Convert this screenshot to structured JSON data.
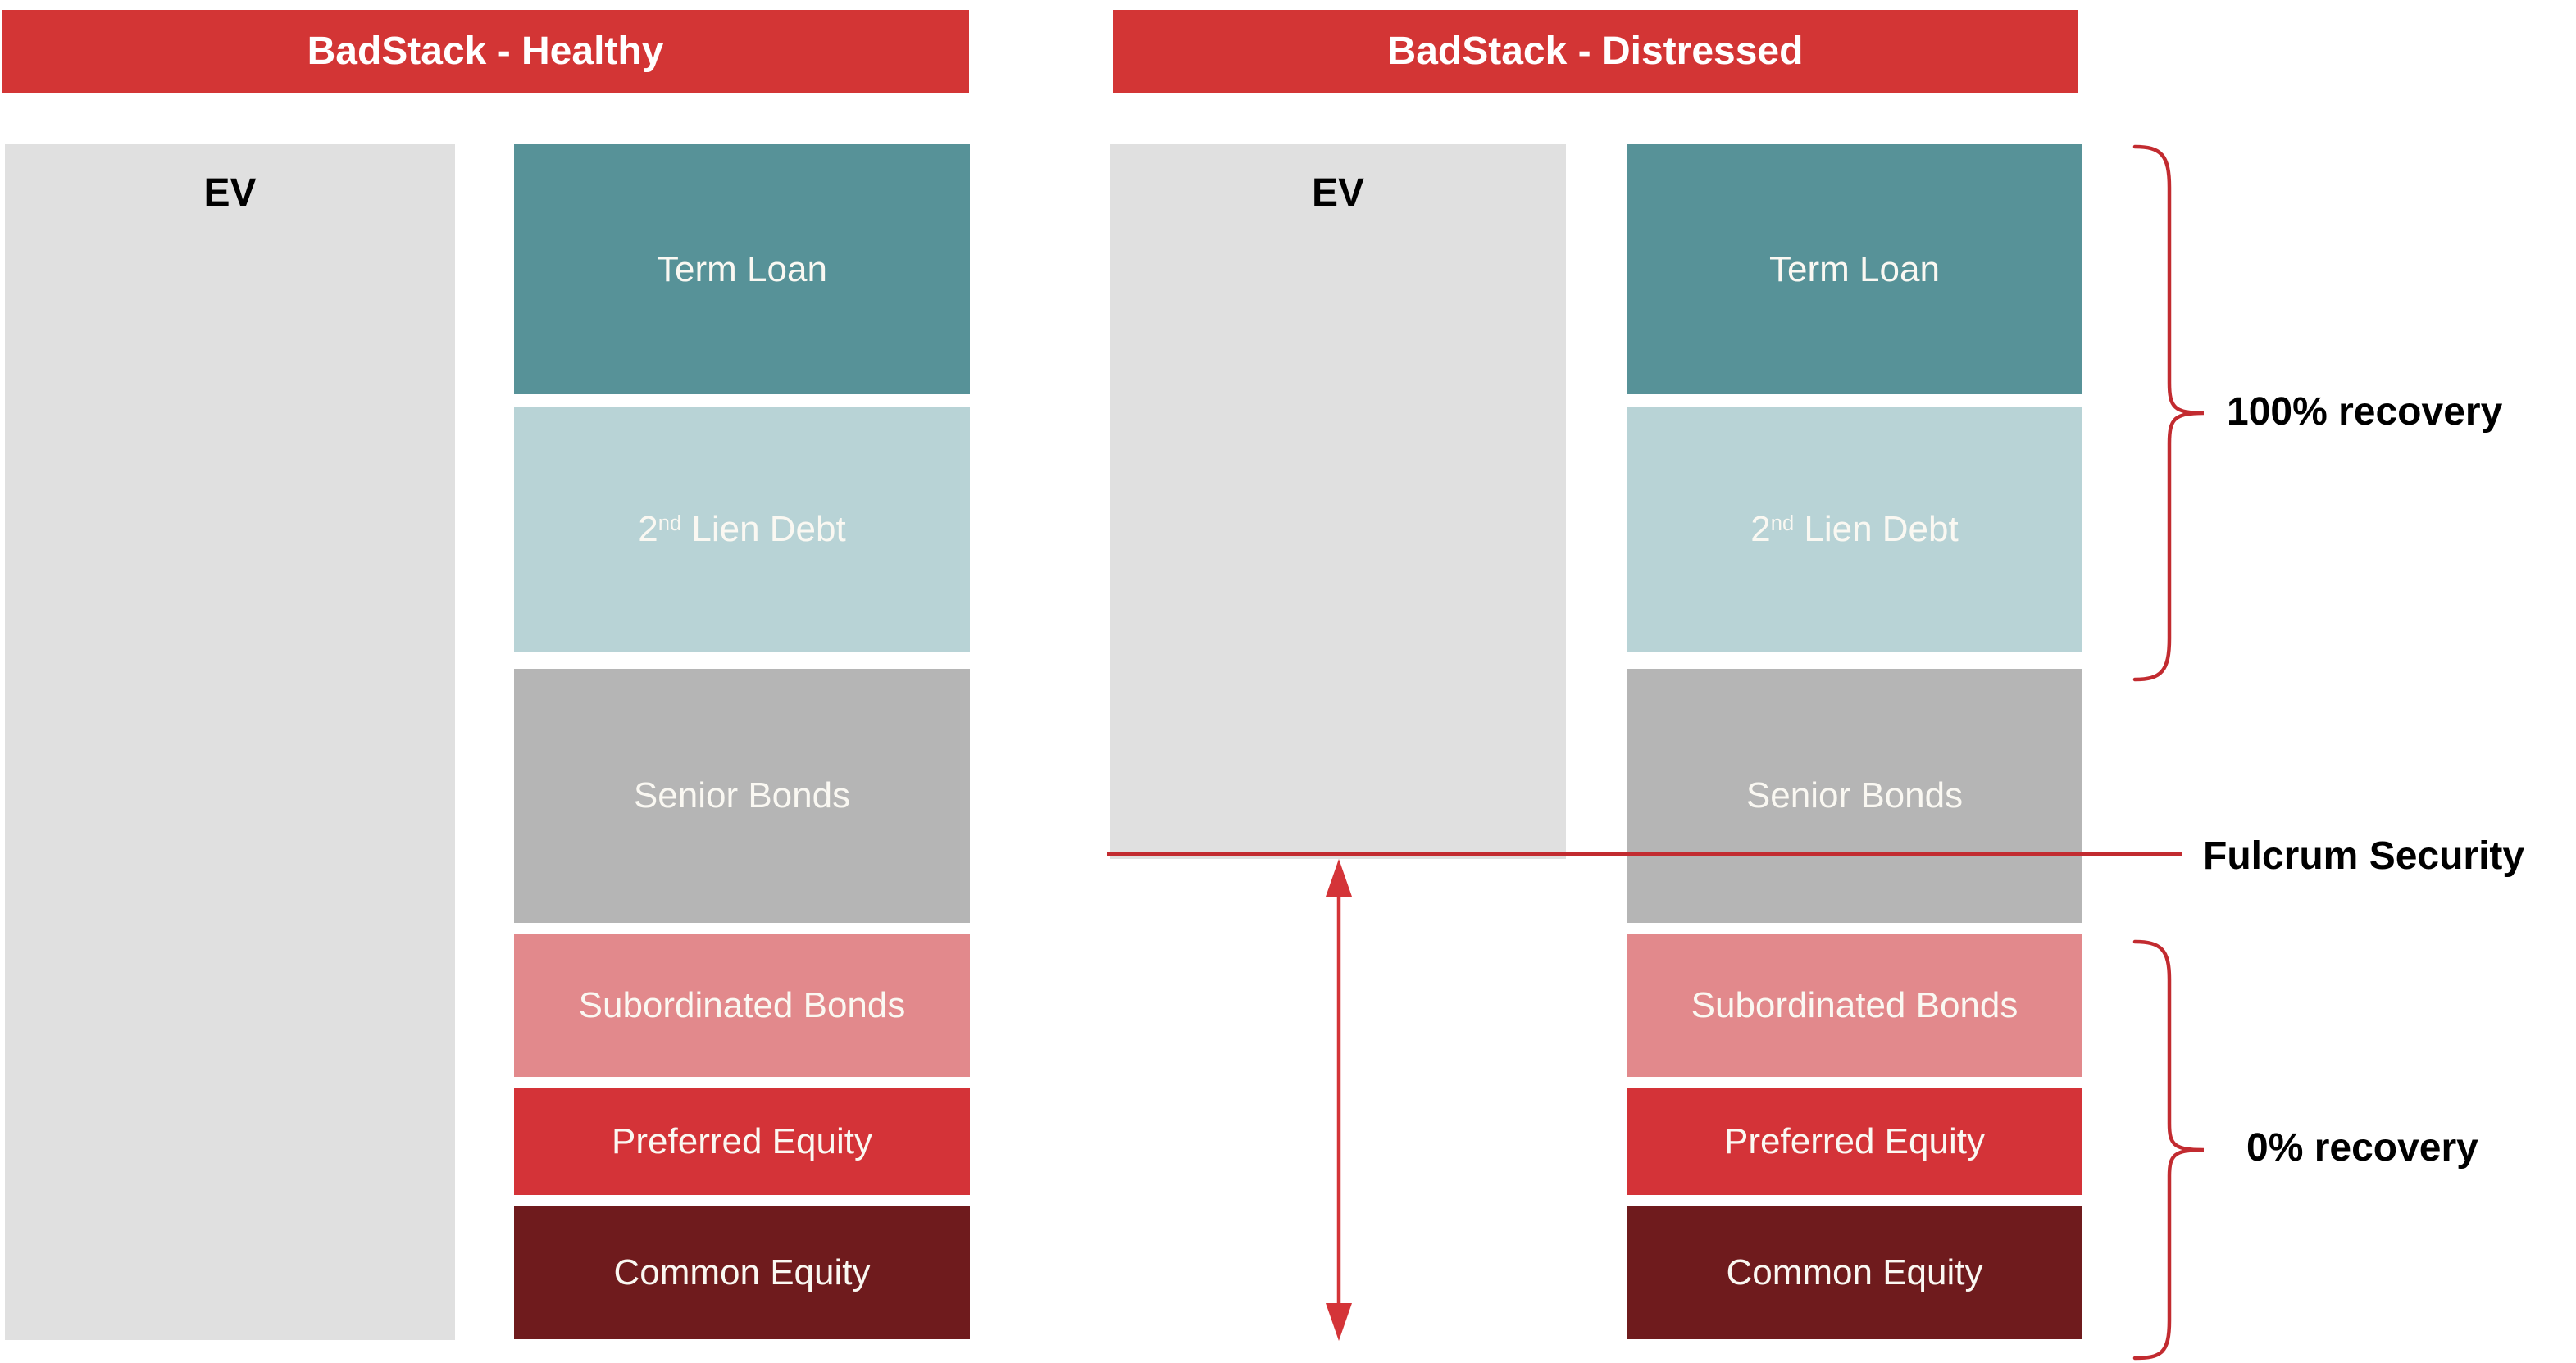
{
  "colors": {
    "banner_red": "#D33535",
    "ev_gray": "#E0E0E0",
    "term_loan_teal": "#579298",
    "second_lien_blue": "#B8D3D6",
    "senior_bonds_gray": "#B5B5B5",
    "subordinated_salmon": "#E2898C",
    "preferred_red": "#D43338",
    "common_maroon": "#6F1B1D",
    "brace_line_red": "#C22B30",
    "arrow_red": "#D43438",
    "annotation_text": "#000000",
    "box_text": "#FAF8F2"
  },
  "headers": {
    "healthy": "BadStack - Healthy",
    "distressed": "BadStack - Distressed"
  },
  "ev_label": "EV",
  "tranches": [
    {
      "label": "Term Loan",
      "color": "#579298"
    },
    {
      "num": "2",
      "sup": "nd",
      "rest": " Lien Debt",
      "color": "#B8D3D6"
    },
    {
      "label": "Senior Bonds",
      "color": "#B5B5B5"
    },
    {
      "label": "Subordinated Bonds",
      "color": "#E2898C"
    },
    {
      "label": "Preferred Equity",
      "color": "#D43338"
    },
    {
      "label": "Common Equity",
      "color": "#6F1B1D"
    }
  ],
  "annotations": {
    "full_recovery": "100% recovery",
    "fulcrum": "Fulcrum Security",
    "zero_recovery": "0% recovery"
  }
}
